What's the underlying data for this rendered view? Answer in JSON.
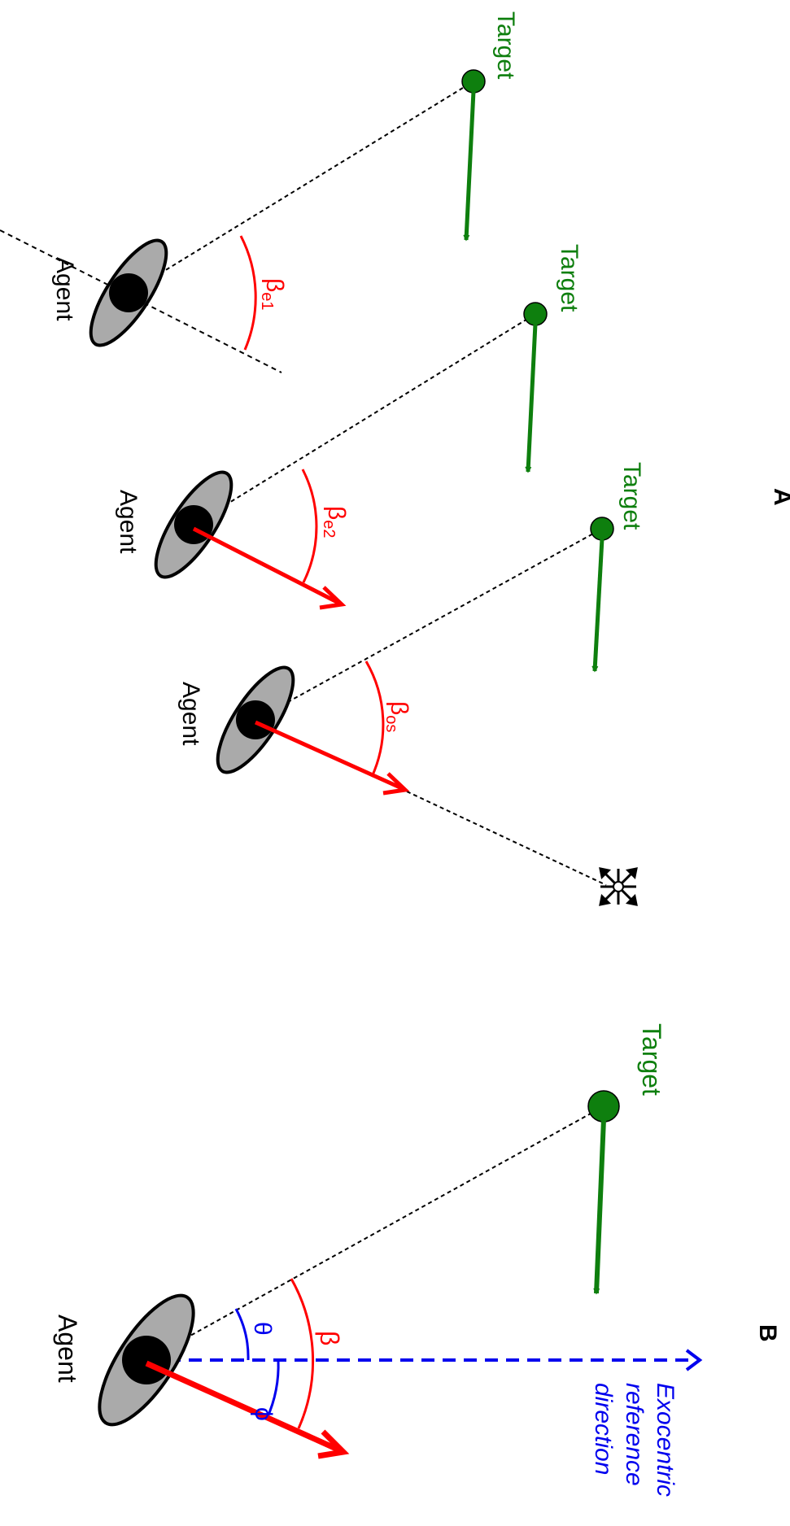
{
  "panel_a": {
    "label": "A",
    "rows": [
      {
        "agent_label": "Agent",
        "target_label": "Target",
        "angle_label": "β",
        "angle_subscript": "e1"
      },
      {
        "agent_label": "Agent",
        "target_label": "Target",
        "angle_label": "β",
        "angle_subscript": "e2"
      },
      {
        "agent_label": "Agent",
        "target_label": "Target",
        "angle_label": "β",
        "angle_subscript": "os"
      }
    ]
  },
  "panel_b": {
    "label": "B",
    "agent_label": "Agent",
    "target_label": "Target",
    "beta_label": "β",
    "theta_label": "θ",
    "phi_label": "ϕ",
    "reference_label_line1": "Exocentric",
    "reference_label_line2": "reference",
    "reference_label_line3": "direction"
  },
  "colors": {
    "target": "#0e7f0e",
    "angle": "#ff0000",
    "reference": "#0000ee",
    "agent_body": "#aaaaaa",
    "ink": "#000000"
  }
}
